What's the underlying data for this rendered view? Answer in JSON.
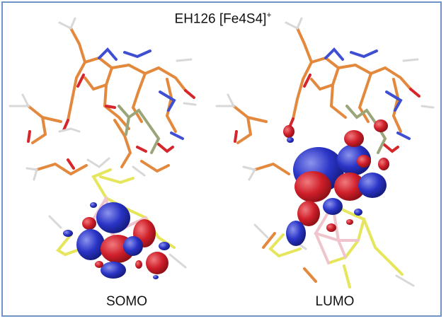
{
  "figure": {
    "title_main": "EH126 [Fe4S4]",
    "title_sup": "+",
    "left_label": "SOMO",
    "right_label": "LUMO"
  },
  "colors": {
    "border": "#6f93c6",
    "carbon": "#e3893e",
    "nitrogen": "#3f4fd1",
    "oxygen": "#d6262c",
    "hydrogen": "#d8d8d8",
    "phosphorus": "#9aa67a",
    "sulfur": "#e6e65c",
    "iron": "#efc4cc",
    "orbital_positive": "#cf1f2a",
    "orbital_negative": "#2a34c6"
  }
}
